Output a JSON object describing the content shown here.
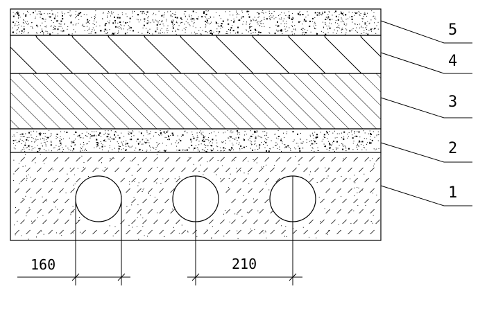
{
  "layers": [
    {
      "callout": "5",
      "pattern": "dense-stipple"
    },
    {
      "callout": "4",
      "pattern": "wide-hatch"
    },
    {
      "callout": "3",
      "pattern": "narrow-hatch"
    },
    {
      "callout": "2",
      "pattern": "dense-stipple"
    },
    {
      "callout": "1",
      "pattern": "concrete-dash"
    }
  ],
  "pipes": {
    "count": 3
  },
  "dimensions": {
    "pipe_diameter": "160",
    "pipe_spacing": "210"
  },
  "colors": {
    "line": "#000000",
    "background": "#ffffff"
  }
}
